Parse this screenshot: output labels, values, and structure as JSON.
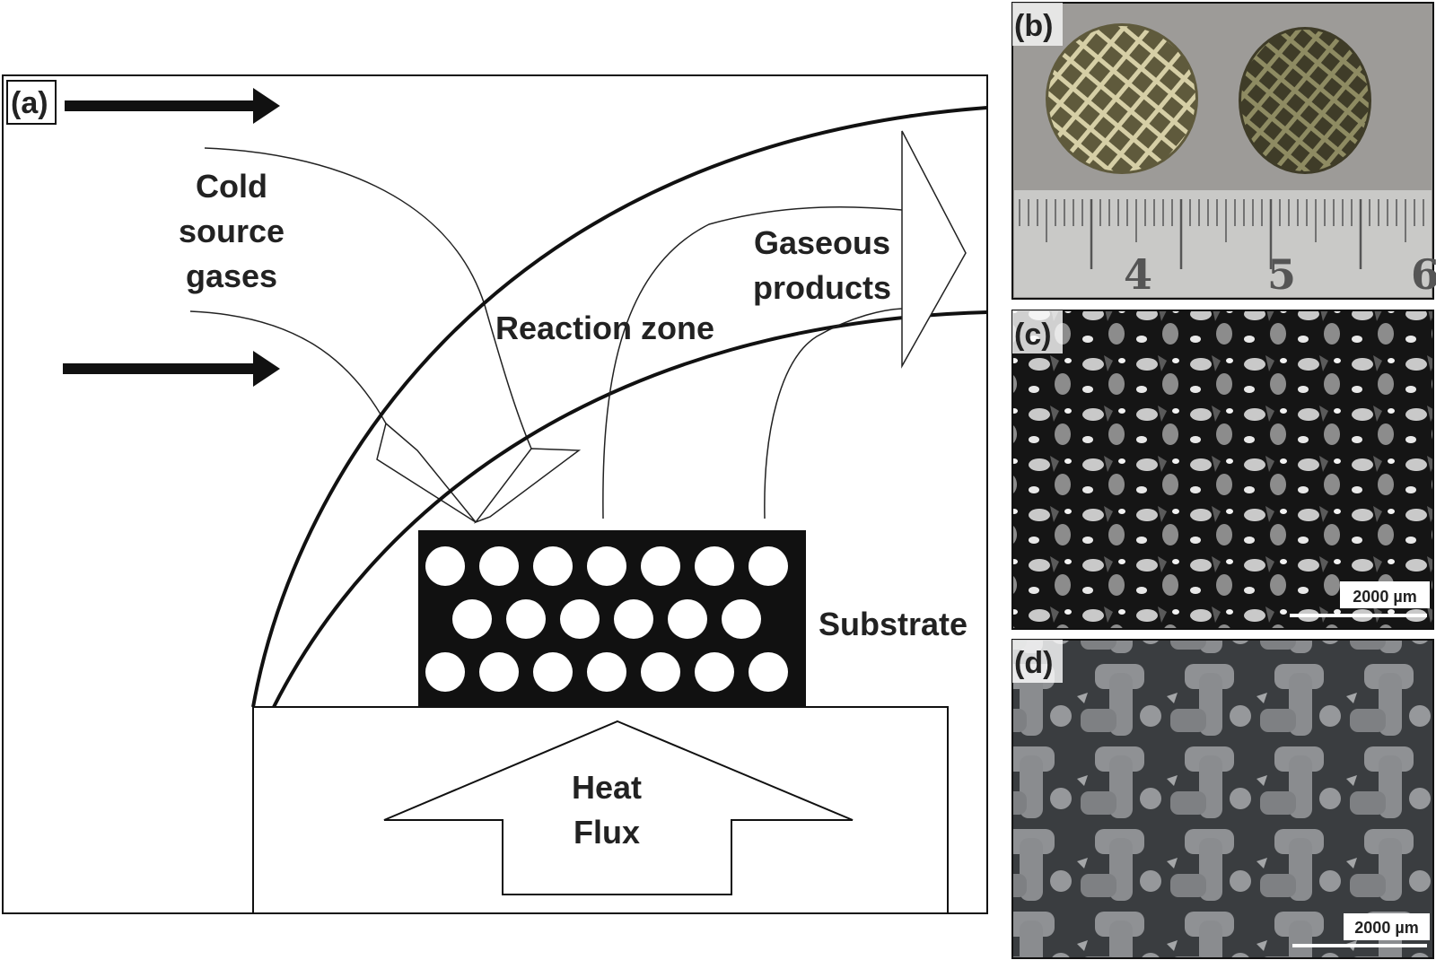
{
  "panels": {
    "a": {
      "tag": "(a)"
    },
    "b": {
      "tag": "(b)"
    },
    "c": {
      "tag": "(c)",
      "scale_bar": "2000 µm"
    },
    "d": {
      "tag": "(d)",
      "scale_bar": "2000 µm"
    }
  },
  "labels": {
    "cold_line1": "Cold",
    "cold_line2": "source",
    "cold_line3": "gases",
    "gaseous_line1": "Gaseous",
    "gaseous_line2": "products",
    "reaction_zone": "Reaction zone",
    "substrate": "Substrate",
    "heat_line1": "Heat",
    "heat_line2": "Flux"
  },
  "ruler": {
    "numbers": [
      "4",
      "5",
      "6"
    ]
  },
  "colors": {
    "ink": "#111111",
    "photo_b_bg": "#9d9b98",
    "photo_c_bg": "#1a1a1a",
    "photo_d_bg": "#6f7173"
  }
}
